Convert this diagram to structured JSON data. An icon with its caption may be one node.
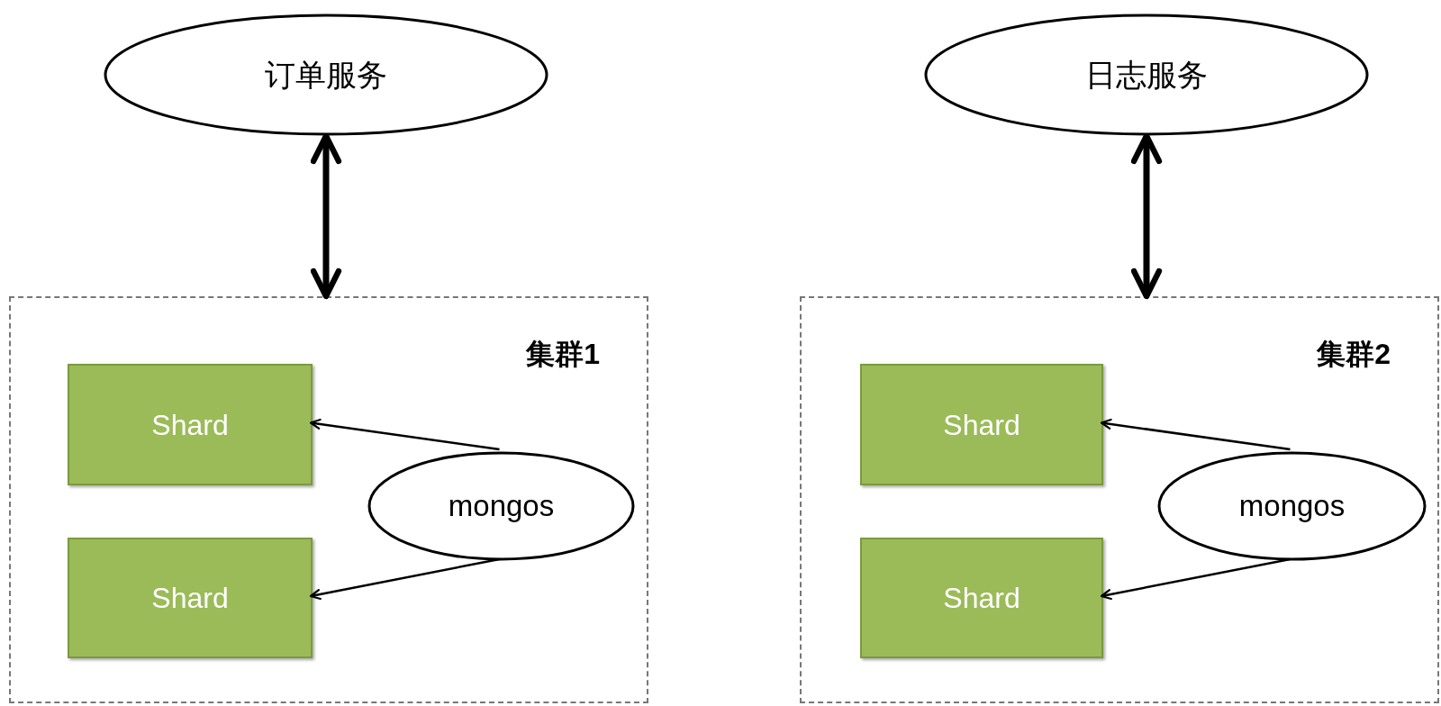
{
  "diagram": {
    "nodes": [
      {
        "text": [
          "订单服务"
        ]
      },
      {
        "text": [
          "日志服务"
        ]
      },
      {
        "text": [
          "集群1"
        ]
      },
      {
        "text": [
          "Shard"
        ],
        "in": 2
      },
      {
        "text": [
          "mongos"
        ],
        "in": 2
      },
      {
        "text": [
          "Shard"
        ],
        "in": 2
      },
      {
        "text": [
          "集群2"
        ]
      },
      {
        "text": [
          "Shard"
        ],
        "in": 6
      },
      {
        "text": [
          "mongos"
        ],
        "in": 6
      },
      {
        "text": [
          "Shard"
        ],
        "in": 6
      }
    ],
    "edges": [
      {
        "from": 0,
        "to": 2,
        "arrow": "both",
        "style": "thick"
      },
      {
        "from": 4,
        "to": 3,
        "arrow": "to"
      },
      {
        "from": 4,
        "to": 5,
        "arrow": "to"
      },
      {
        "from": 1,
        "to": 6,
        "arrow": "both",
        "style": "thick"
      },
      {
        "from": 8,
        "to": 7,
        "arrow": "to"
      },
      {
        "from": 8,
        "to": 9,
        "arrow": "to"
      }
    ]
  }
}
